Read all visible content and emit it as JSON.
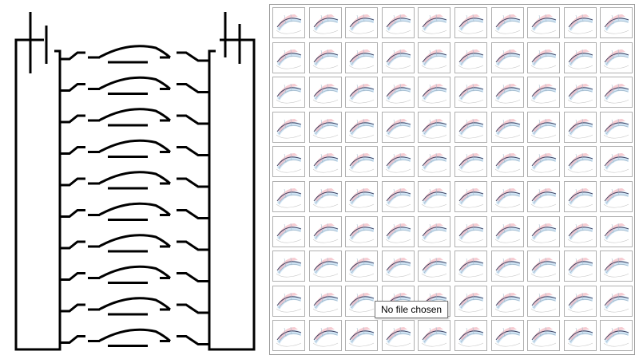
{
  "tooltip": {
    "text": "No file chosen"
  },
  "grid": {
    "rows": 10,
    "cols": 10,
    "tile": {
      "icon": "ferroelectric-domain-thumbnail-icon",
      "colors": {
        "pink": "#f2b8c0",
        "blue": "#a9d0ec",
        "dark": "#3b3b5a",
        "outline": "#9fb6c8"
      }
    }
  },
  "diagram": {
    "icon": "ladder-contact-diagram-icon",
    "line_color": "#000000",
    "rungs": 10
  }
}
